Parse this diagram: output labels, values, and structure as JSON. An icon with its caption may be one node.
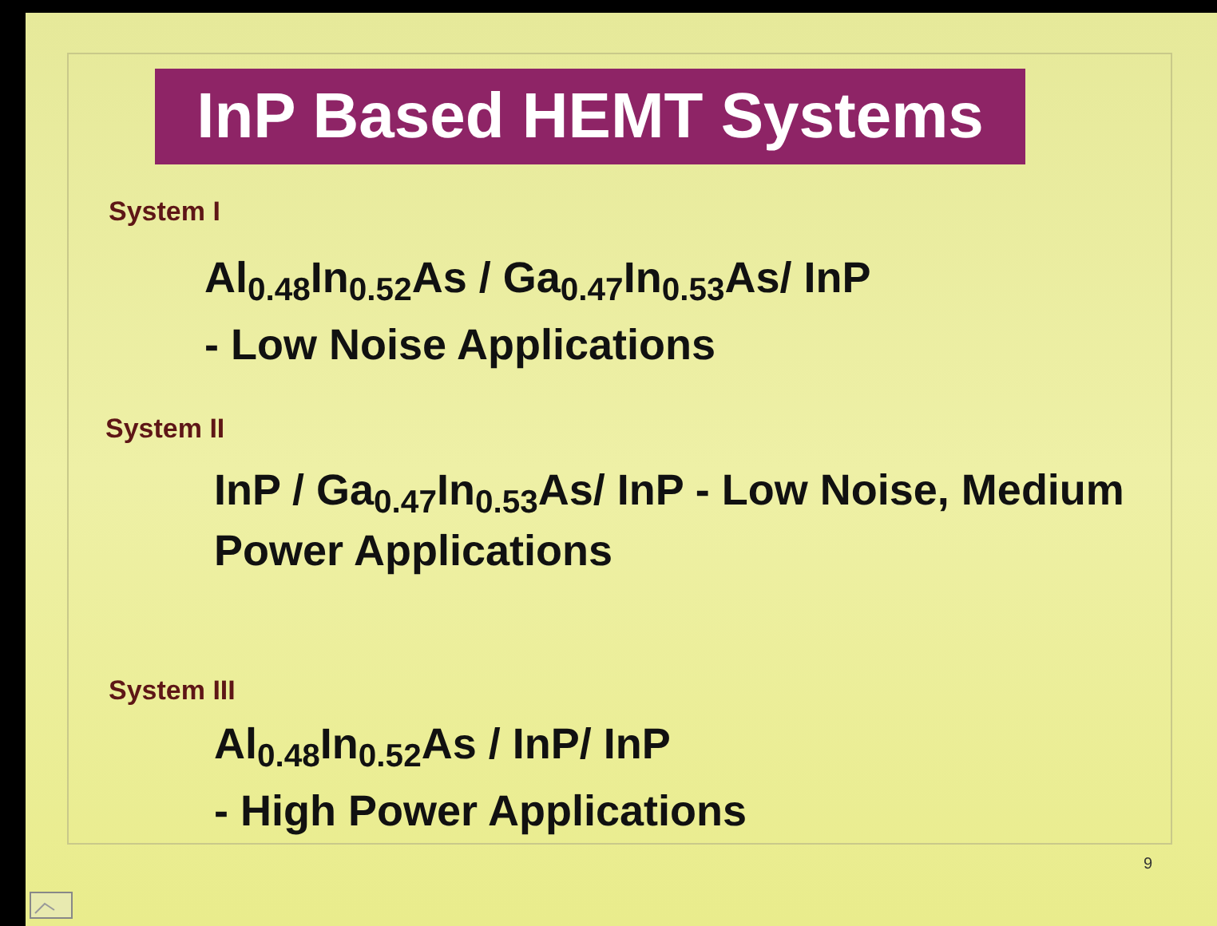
{
  "diagram": {
    "title": "InP Based HEMT Systems",
    "labels": [
      "System I",
      "Al$_{0.48}$In$_{0.52}$As / Ga$_{0.47}$In$_{0.53}$As/ InP",
      "- Low Noise Applications",
      "System II",
      "InP / Ga$_{0.47}$In$_{0.53}$As/ InP - Low Noise, Medium Power Applications",
      "System III",
      "Al$_{0.48}$In$_{0.52}$As / InP/ InP",
      "- High Power Applications",
      "9"
    ]
  }
}
